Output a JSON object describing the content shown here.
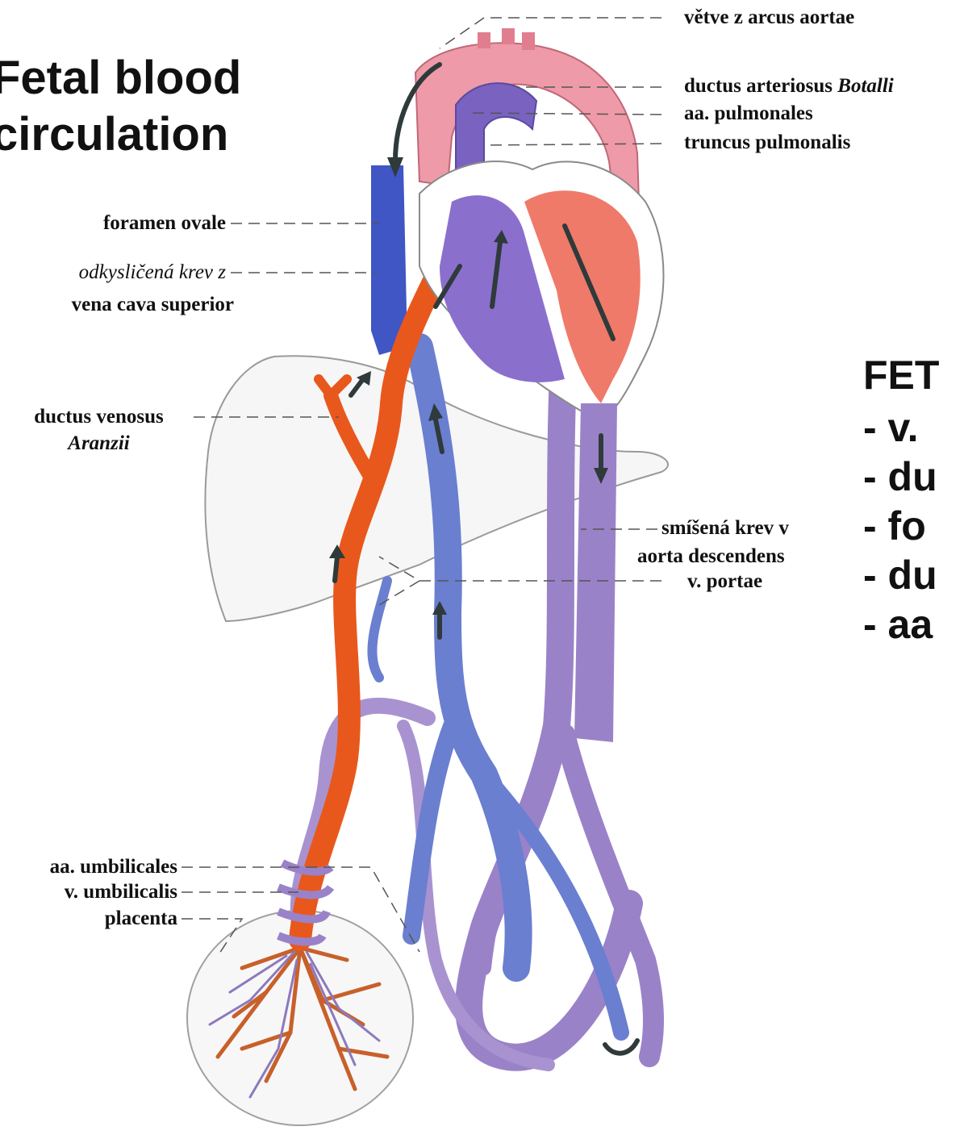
{
  "title": [
    "Fetal blood",
    "circulation"
  ],
  "labels": {
    "vetve": "větve z arcus aortae",
    "ductus_arteriosus": "ductus arteriosus",
    "ductus_arteriosus_name": "Botalli",
    "aa_pulmonales": "aa. pulmonales",
    "truncus": "truncus pulmonalis",
    "foramen_ovale": "foramen ovale",
    "odkyslicena": "odkysličená krev z",
    "vena_cava": "vena cava superior",
    "ductus_venosus": "ductus venosus",
    "ductus_venosus_name": "Aranzii",
    "smisena": "smíšená krev v",
    "aorta_desc": "aorta descendens",
    "v_portae": "v. portae",
    "aa_umbilicales": "aa. umbilicales",
    "v_umbilicalis": "v. umbilicalis",
    "placenta": "placenta"
  },
  "fetal_list": {
    "heading": "FET",
    "items": [
      "- v.",
      "- du",
      "- fo",
      "- du",
      "- aa"
    ]
  },
  "colors": {
    "oxygenated": "#e8581c",
    "deoxygenated": "#5a6fd0",
    "mixed": "#9a82c8",
    "aorta": "#ef9aa8",
    "arrow": "#2f3a3a"
  }
}
